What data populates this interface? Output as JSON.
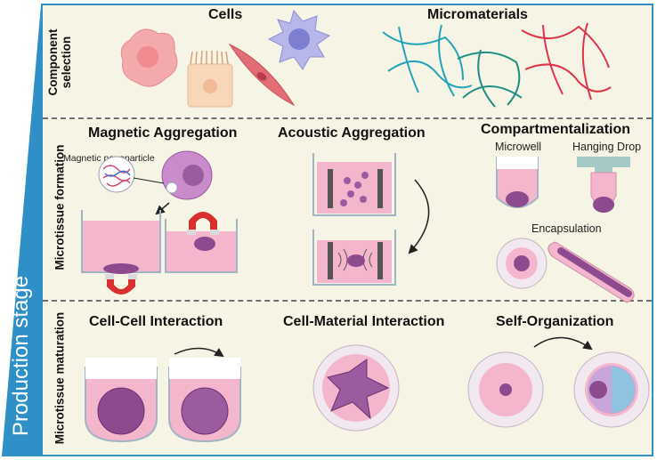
{
  "stage_axis": {
    "label": "Production stage"
  },
  "rows": [
    {
      "label_line1": "Component",
      "label_line2": "selection"
    },
    {
      "label": "Microtissue formation"
    },
    {
      "label": "Microtissue maturation"
    }
  ],
  "component_selection": {
    "cells_title": "Cells",
    "micromaterials_title": "Micromaterials"
  },
  "formation": {
    "magnetic": {
      "title": "Magnetic Aggregation",
      "nanoparticle_label": "Magnetic nanoparticle"
    },
    "acoustic": {
      "title": "Acoustic Aggregation"
    },
    "compartment": {
      "title": "Compartmentalization",
      "microwell": "Microwell",
      "hanging_drop": "Hanging Drop",
      "encapsulation": "Encapsulation"
    }
  },
  "maturation": {
    "cell_cell": "Cell-Cell Interaction",
    "cell_material": "Cell-Material Interaction",
    "self_org": "Self-Organization"
  },
  "colors": {
    "accent": "#2f8fc7",
    "background": "#f6f4e4",
    "medium": "#f4b6cc",
    "cell_purple": "#8e4a8f",
    "magnet_red": "#d9302f"
  }
}
